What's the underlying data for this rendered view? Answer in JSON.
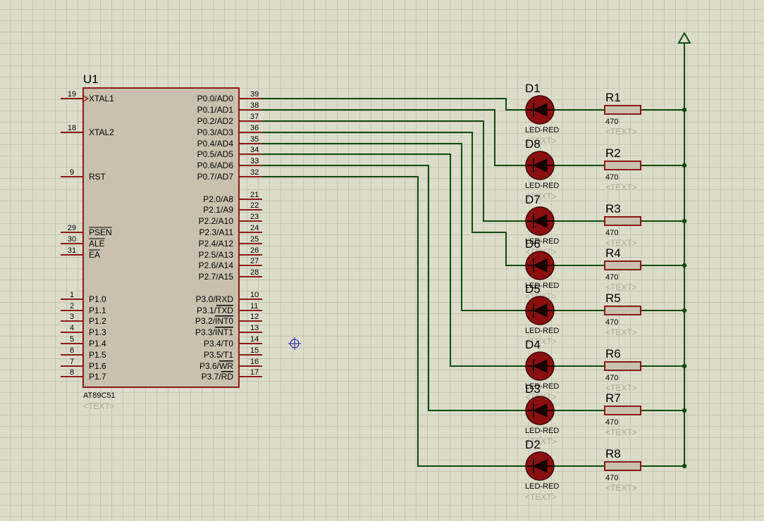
{
  "mcu": {
    "ref": "U1",
    "part": "AT89C51",
    "placeholder": "<TEXT>",
    "left_pins": [
      {
        "num": "19",
        "label": "XTAL1"
      },
      {
        "num": "18",
        "label": "XTAL2"
      },
      {
        "num": "9",
        "label": "RST"
      },
      {
        "num": "29",
        "label": "PSEN",
        "overbar": true
      },
      {
        "num": "30",
        "label": "ALE",
        "overbar": true
      },
      {
        "num": "31",
        "label": "EA",
        "overbar": true
      },
      {
        "num": "1",
        "label": "P1.0"
      },
      {
        "num": "2",
        "label": "P1.1"
      },
      {
        "num": "3",
        "label": "P1.2"
      },
      {
        "num": "4",
        "label": "P1.3"
      },
      {
        "num": "5",
        "label": "P1.4"
      },
      {
        "num": "6",
        "label": "P1.5"
      },
      {
        "num": "7",
        "label": "P1.6"
      },
      {
        "num": "8",
        "label": "P1.7"
      }
    ],
    "right_pins": [
      {
        "num": "39",
        "label": "P0.0/AD0"
      },
      {
        "num": "38",
        "label": "P0.1/AD1"
      },
      {
        "num": "37",
        "label": "P0.2/AD2"
      },
      {
        "num": "36",
        "label": "P0.3/AD3"
      },
      {
        "num": "35",
        "label": "P0.4/AD4"
      },
      {
        "num": "34",
        "label": "P0.5/AD5"
      },
      {
        "num": "33",
        "label": "P0.6/AD6"
      },
      {
        "num": "32",
        "label": "P0.7/AD7"
      },
      {
        "num": "21",
        "label": "P2.0/A8"
      },
      {
        "num": "22",
        "label": "P2.1/A9"
      },
      {
        "num": "23",
        "label": "P2.2/A10"
      },
      {
        "num": "24",
        "label": "P2.3/A11"
      },
      {
        "num": "25",
        "label": "P2.4/A12"
      },
      {
        "num": "26",
        "label": "P2.5/A13"
      },
      {
        "num": "27",
        "label": "P2.6/A14"
      },
      {
        "num": "28",
        "label": "P2.7/A15"
      },
      {
        "num": "10",
        "label": "P3.0/RXD"
      },
      {
        "num": "11",
        "label": "P3.1/",
        "bar": "TXD"
      },
      {
        "num": "12",
        "label": "P3.2/",
        "bar": "INT0"
      },
      {
        "num": "13",
        "label": "P3.3/",
        "bar": "INT1"
      },
      {
        "num": "14",
        "label": "P3.4/T0"
      },
      {
        "num": "15",
        "label": "P3.5/T1"
      },
      {
        "num": "16",
        "label": "P3.6/",
        "bar": "WR"
      },
      {
        "num": "17",
        "label": "P3.7/",
        "bar": "RD"
      }
    ]
  },
  "leds": [
    {
      "ref": "D1",
      "value": "LED-RED",
      "placeholder": "<TEXT>"
    },
    {
      "ref": "D8",
      "value": "LED-RED",
      "placeholder": "<TEXT>"
    },
    {
      "ref": "D7",
      "value": "LED-RED",
      "placeholder": "<TEXT>"
    },
    {
      "ref": "D6",
      "value": "LED-RED",
      "placeholder": "<TEXT>"
    },
    {
      "ref": "D5",
      "value": "LED-RED",
      "placeholder": "<TEXT>"
    },
    {
      "ref": "D4",
      "value": "LED-RED",
      "placeholder": "<TEXT>"
    },
    {
      "ref": "D3",
      "value": "LED-RED",
      "placeholder": "<TEXT>"
    },
    {
      "ref": "D2",
      "value": "LED-RED",
      "placeholder": "<TEXT>"
    }
  ],
  "resistors": [
    {
      "ref": "R1",
      "value": "470",
      "placeholder": "<TEXT>"
    },
    {
      "ref": "R2",
      "value": "470",
      "placeholder": "<TEXT>"
    },
    {
      "ref": "R3",
      "value": "470",
      "placeholder": "<TEXT>"
    },
    {
      "ref": "R4",
      "value": "470",
      "placeholder": "<TEXT>"
    },
    {
      "ref": "R5",
      "value": "470",
      "placeholder": "<TEXT>"
    },
    {
      "ref": "R6",
      "value": "470",
      "placeholder": "<TEXT>"
    },
    {
      "ref": "R7",
      "value": "470",
      "placeholder": "<TEXT>"
    },
    {
      "ref": "R8",
      "value": "470",
      "placeholder": "<TEXT>"
    }
  ],
  "colors": {
    "wire": "#0f4a0f",
    "pin": "#8b1a1a",
    "chip_fill": "#c9c1ae",
    "led_fill": "#8c0f0f"
  }
}
